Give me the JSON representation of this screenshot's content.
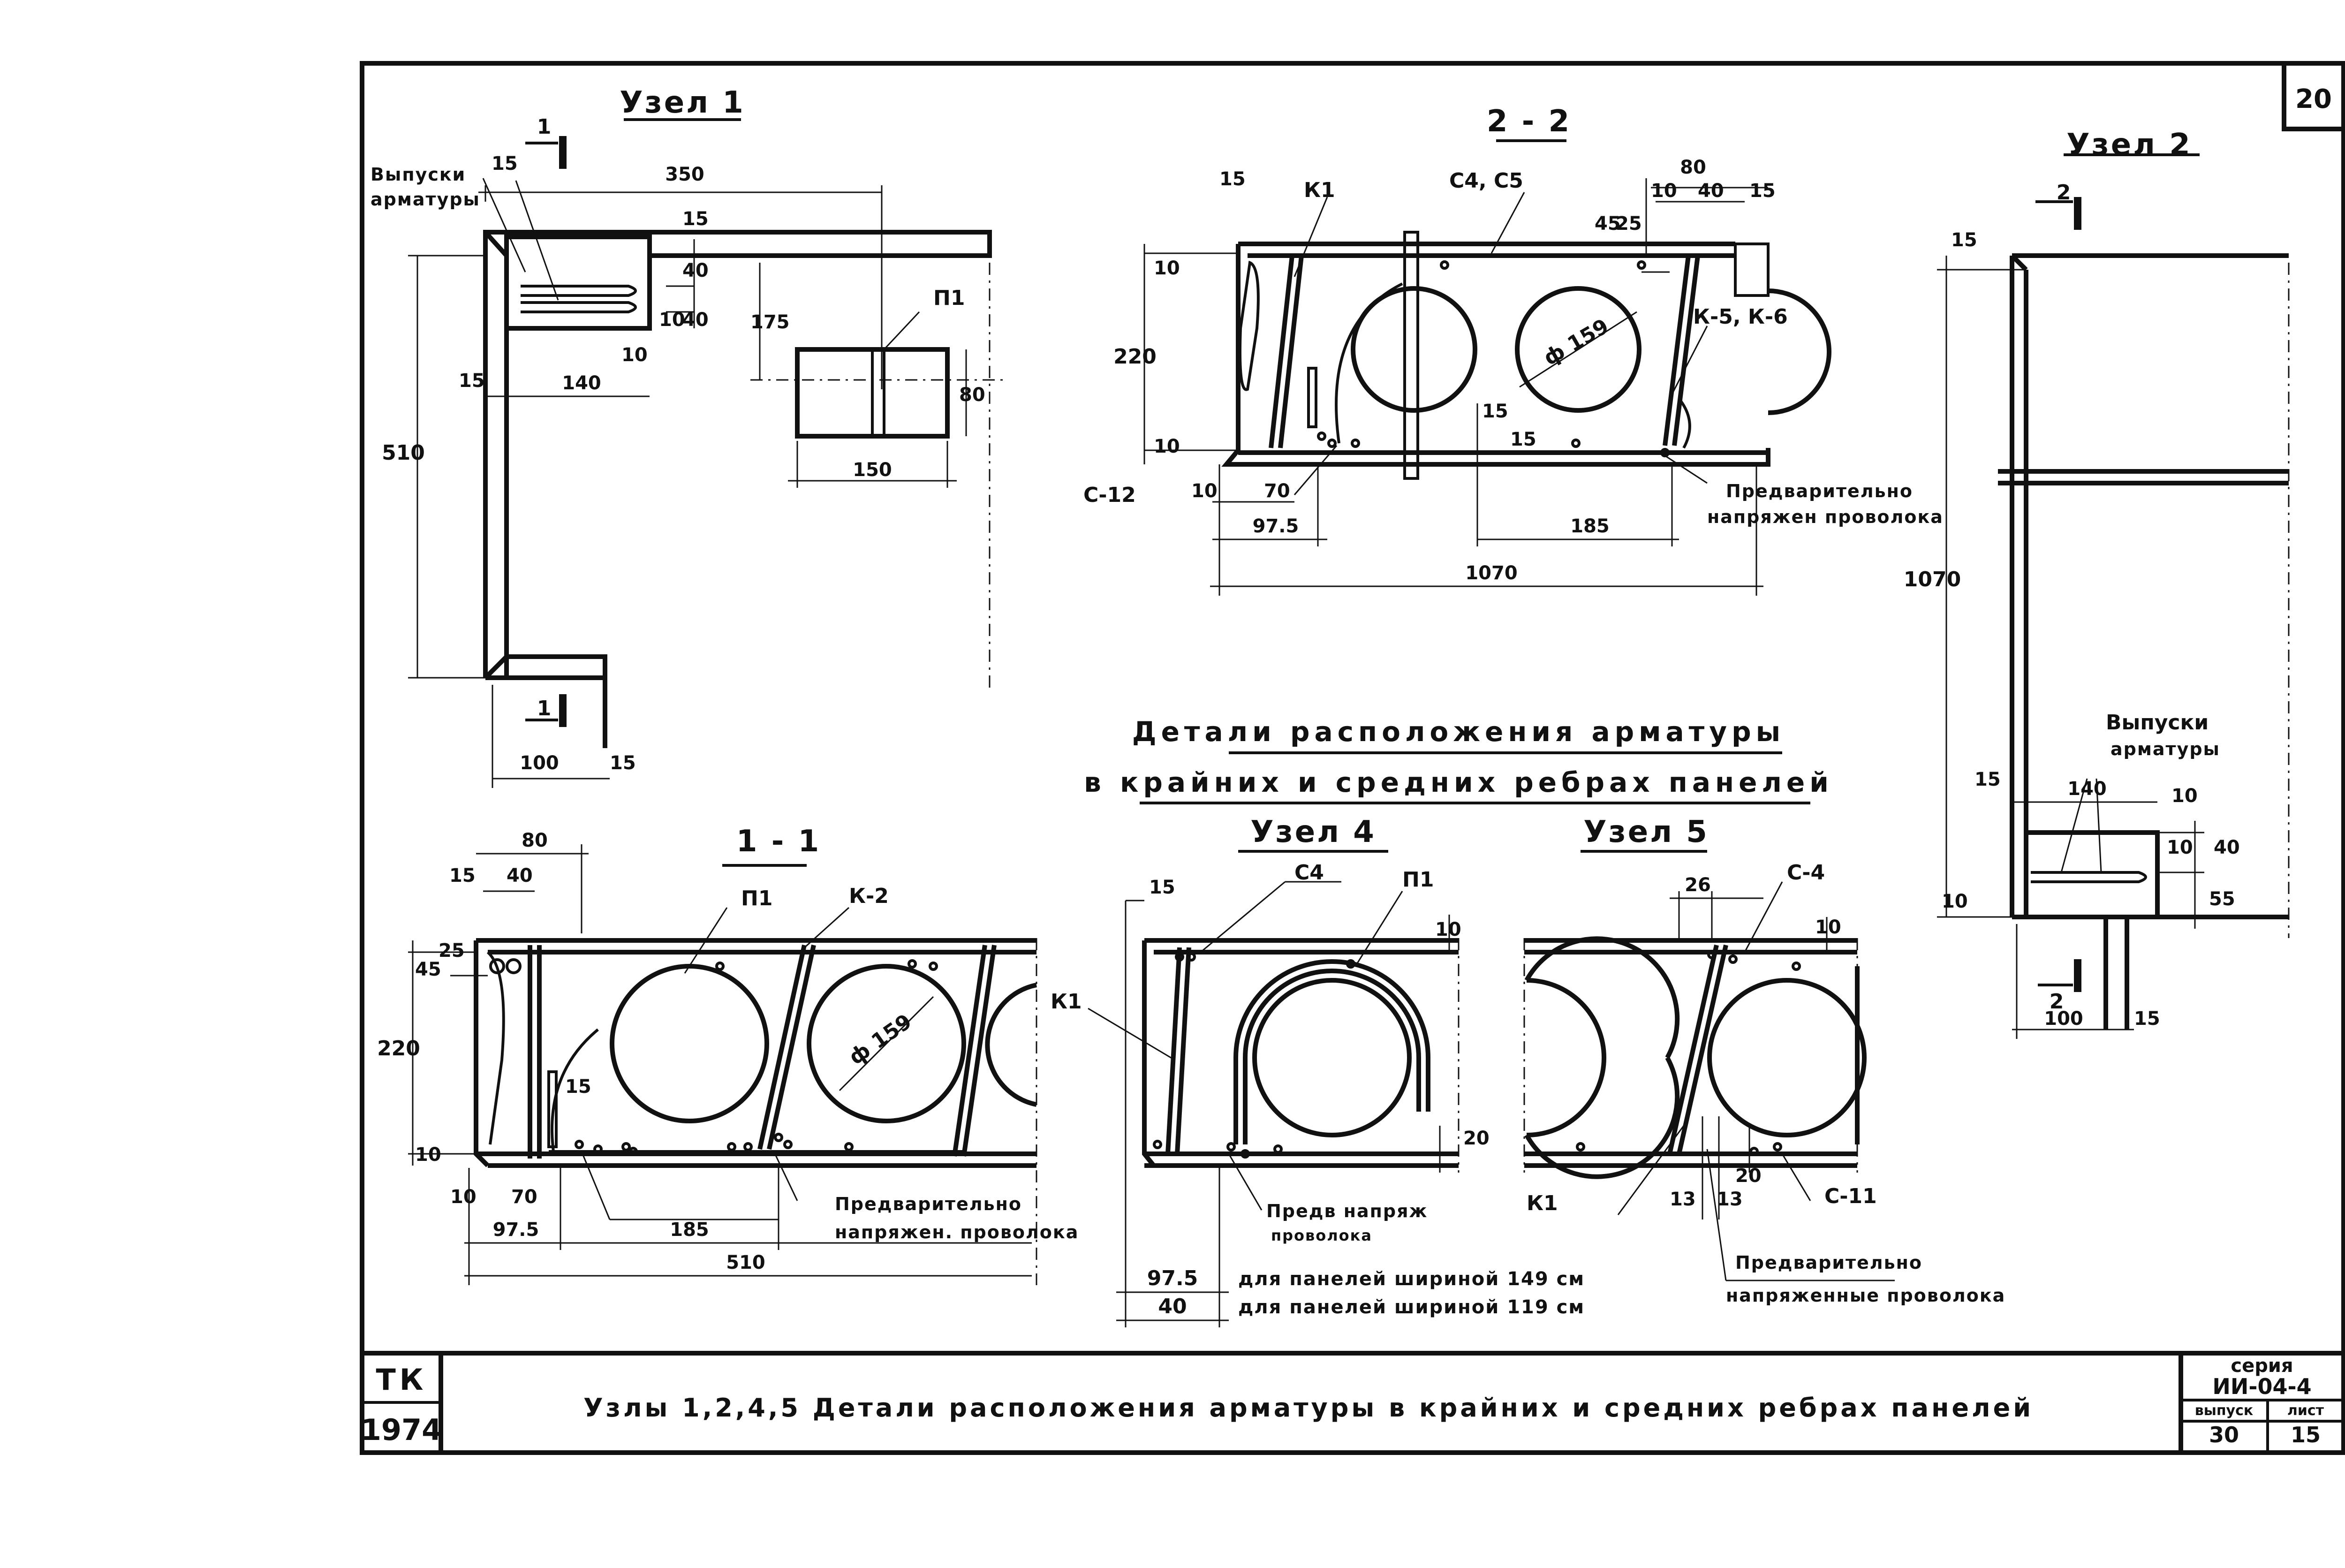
{
  "sheet": {
    "number": "20"
  },
  "title_block": {
    "tk": "ТК",
    "year": "1974",
    "title": "Узлы 1,2,4,5   Детали расположения арматуры в крайних и средних ребрах панелей",
    "series_label": "серия",
    "series": "ИИ-04-4",
    "issue_label": "выпуск",
    "sheet_label": "лист",
    "issue": "30",
    "sheet": "15"
  },
  "main_heading": {
    "line1": "Детали расположения арматуры",
    "line2": "в крайних и средних ребрах панелей"
  },
  "node1": {
    "title": "Узел 1",
    "cut": "1",
    "label_outlets_1": "Выпуски",
    "label_outlets_2": "арматуры",
    "label_p1": "П1",
    "d_15a": "15",
    "d_350": "350",
    "d_15b": "15",
    "d_40a": "40",
    "d_175": "175",
    "d_10a": "10",
    "d_40b": "40",
    "d_10b": "10",
    "d_15c": "15",
    "d_140": "140",
    "d_510": "510",
    "d_80": "80",
    "d_150": "150",
    "d_100": "100",
    "d_15d": "15"
  },
  "section22": {
    "title": "2 - 2",
    "label_k1": "К1",
    "label_c45": "С4, С5",
    "label_k56": "К-5, К-6",
    "label_c12": "С-12",
    "label_dia": "ф 159",
    "label_prestress_1": "Предварительно",
    "label_prestress_2": "напряжен проволока",
    "d_15": "15",
    "d_80": "80",
    "d_10a": "10",
    "d_40": "40",
    "d_15b": "15",
    "d_45": "45",
    "d_25": "25",
    "d_10l": "10",
    "d_220": "220",
    "d_10l2": "10",
    "d_10b": "10",
    "d_70": "70",
    "d_975": "97.5",
    "d_15c": "15",
    "d_15d": "15",
    "d_185": "185",
    "d_1070": "1070"
  },
  "node2": {
    "title": "Узел 2",
    "cut": "2",
    "label_outlets_1": "Выпуски",
    "label_outlets_2": "арматуры",
    "d_15": "15",
    "d_1070": "1070",
    "d_140": "140",
    "d_15b": "15",
    "d_10a": "10",
    "d_10b": "10",
    "d_40": "40",
    "d_55": "55",
    "d_10c": "10",
    "d_100": "100",
    "d_15c": "15"
  },
  "section11": {
    "title": "1 - 1",
    "label_p1": "П1",
    "label_k2": "К-2",
    "label_dia": "ф 159",
    "label_k1": "К1",
    "label_prestress_1": "Предварительно",
    "label_prestress_2": "напряжен. проволока",
    "d_80": "80",
    "d_15": "15",
    "d_40": "40",
    "d_45": "45",
    "d_25": "25",
    "d_220": "220",
    "d_15b": "15",
    "d_10": "10",
    "d_10b": "10",
    "d_70": "70",
    "d_975": "97.5",
    "d_185": "185",
    "d_510": "510"
  },
  "node4": {
    "title": "Узел 4",
    "label_c4": "С4",
    "label_p1": "П1",
    "label_prestress_1": "Предв напряж",
    "label_prestress_2": "проволока",
    "d_15": "15",
    "d_10": "10",
    "d_20": "20",
    "width_149_value": "97.5",
    "width_149_text": "для панелей шириной 149 см",
    "width_119_value": "40",
    "width_119_text": "для панелей шириной 119 см"
  },
  "node5": {
    "title": "Узел 5",
    "label_c4": "С-4",
    "label_k1": "К1",
    "label_c11": "С-11",
    "label_prestress_1": "Предварительно",
    "label_prestress_2": "напряженные проволока",
    "d_26": "26",
    "d_10": "10",
    "d_13a": "13",
    "d_13b": "13",
    "d_20": "20"
  }
}
